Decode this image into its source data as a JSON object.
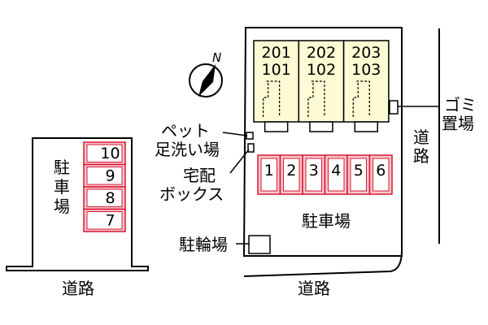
{
  "building": {
    "units": [
      {
        "upper": "201",
        "lower": "101"
      },
      {
        "upper": "202",
        "lower": "102"
      },
      {
        "upper": "203",
        "lower": "103"
      }
    ],
    "fill_color": "#fdfbd3"
  },
  "labels": {
    "pet_footwash": [
      "ペット",
      "足洗い場"
    ],
    "delivery_box": [
      "宅配",
      "ボックス"
    ],
    "garbage": [
      "ゴミ",
      "置場"
    ],
    "parking_main": "駐車場",
    "parking_side": [
      "駐",
      "車",
      "場"
    ],
    "bicycle": "駐輪場",
    "road_right": [
      "道",
      "路"
    ],
    "road_bottom_left": "道路",
    "road_bottom_right": "道路",
    "north": "N"
  },
  "parking": {
    "main_stalls": [
      "1",
      "2",
      "3",
      "4",
      "5",
      "6"
    ],
    "side_stalls": [
      "10",
      "9",
      "8",
      "7"
    ],
    "stall_color": "#f5c6d0",
    "stall_border": "#d8182f"
  }
}
